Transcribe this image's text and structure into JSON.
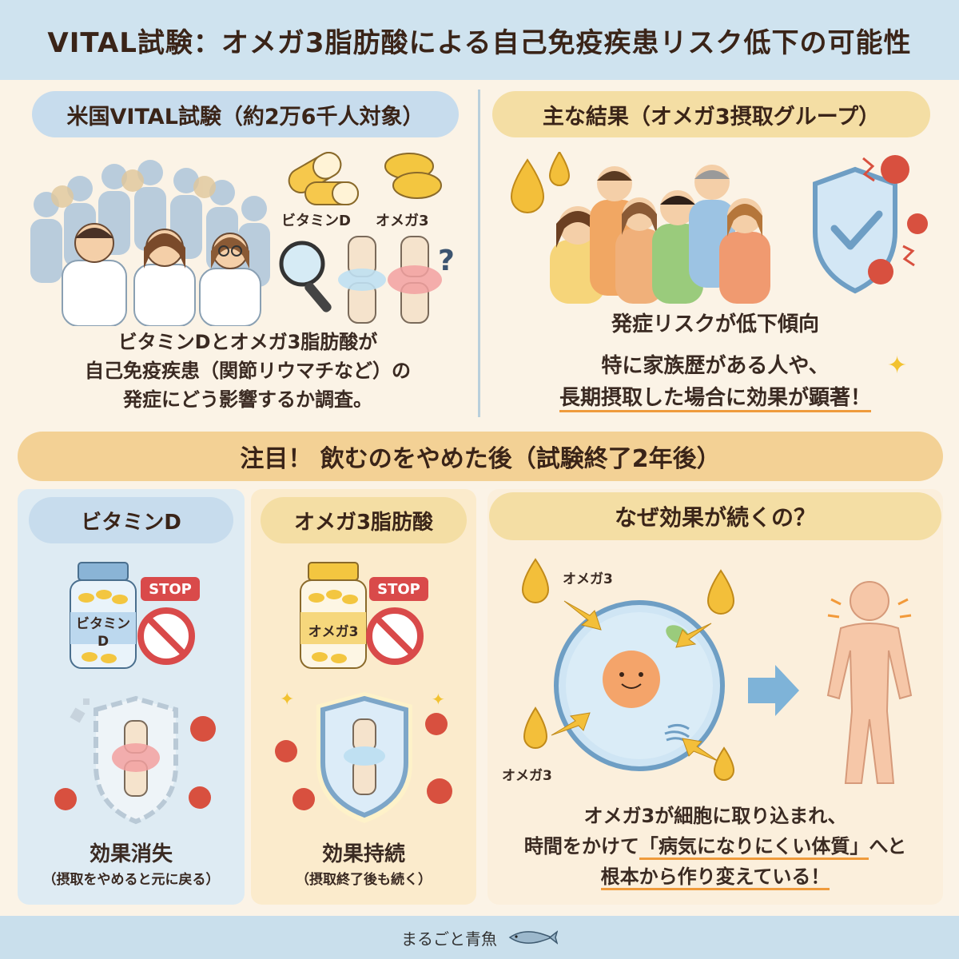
{
  "title": "VITAL試験：オメガ3脂肪酸による自己免疫疾患リスク低下の可能性",
  "top_left": {
    "heading": "米国VITAL試験（約2万6千人対象）",
    "label_vitamin_d": "ビタミンD",
    "label_omega3": "オメガ3",
    "question_mark": "?",
    "text_line1": "ビタミンDとオメガ3脂肪酸が",
    "text_line2": "自己免疫疾患（関節リウマチなど）の",
    "text_line3": "発症にどう影響するか調査。"
  },
  "top_right": {
    "heading": "主な結果（オメガ3摂取グループ）",
    "result_line": "発症リスクが低下傾向",
    "text_line1": "特に家族歴がある人や、",
    "text_line2": "長期摂取した場合に効果が顕著！"
  },
  "section_heading": "注目！ 飲むのをやめた後（試験終了2年後）",
  "vitamin_d_box": {
    "heading": "ビタミンD",
    "bottle_label_1": "ビタミン",
    "bottle_label_2": "D",
    "stop_label": "STOP",
    "result": "効果消失",
    "note": "（摂取をやめると元に戻る）"
  },
  "omega3_box": {
    "heading": "オメガ3脂肪酸",
    "bottle_label": "オメガ3",
    "stop_label": "STOP",
    "result": "効果持続",
    "note": "（摂取終了後も続く）"
  },
  "why_box": {
    "heading": "なぜ効果が続くの？",
    "label_omega3_top": "オメガ3",
    "label_omega3_bottom": "オメガ3",
    "text_line1": "オメガ3が細胞に取り込まれ、",
    "text_line2_pre": "時間をかけて",
    "text_line2_highlight": "「病気になりにくい体質」",
    "text_line2_post": "へと",
    "text_line3": "根本から作り変えている！"
  },
  "footer": {
    "brand": "まるごと青魚"
  },
  "colors": {
    "title_bg": "#cfe3ef",
    "blue_pill": "#c7dced",
    "yellow_pill": "#f4dea4",
    "orange_bar": "#f3d195",
    "vd_box": "#deebf3",
    "om_box": "#fbebcc",
    "why_box": "#fbefdc",
    "accent_orange": "#ef9b3c",
    "stop_red": "#d94a4a"
  }
}
